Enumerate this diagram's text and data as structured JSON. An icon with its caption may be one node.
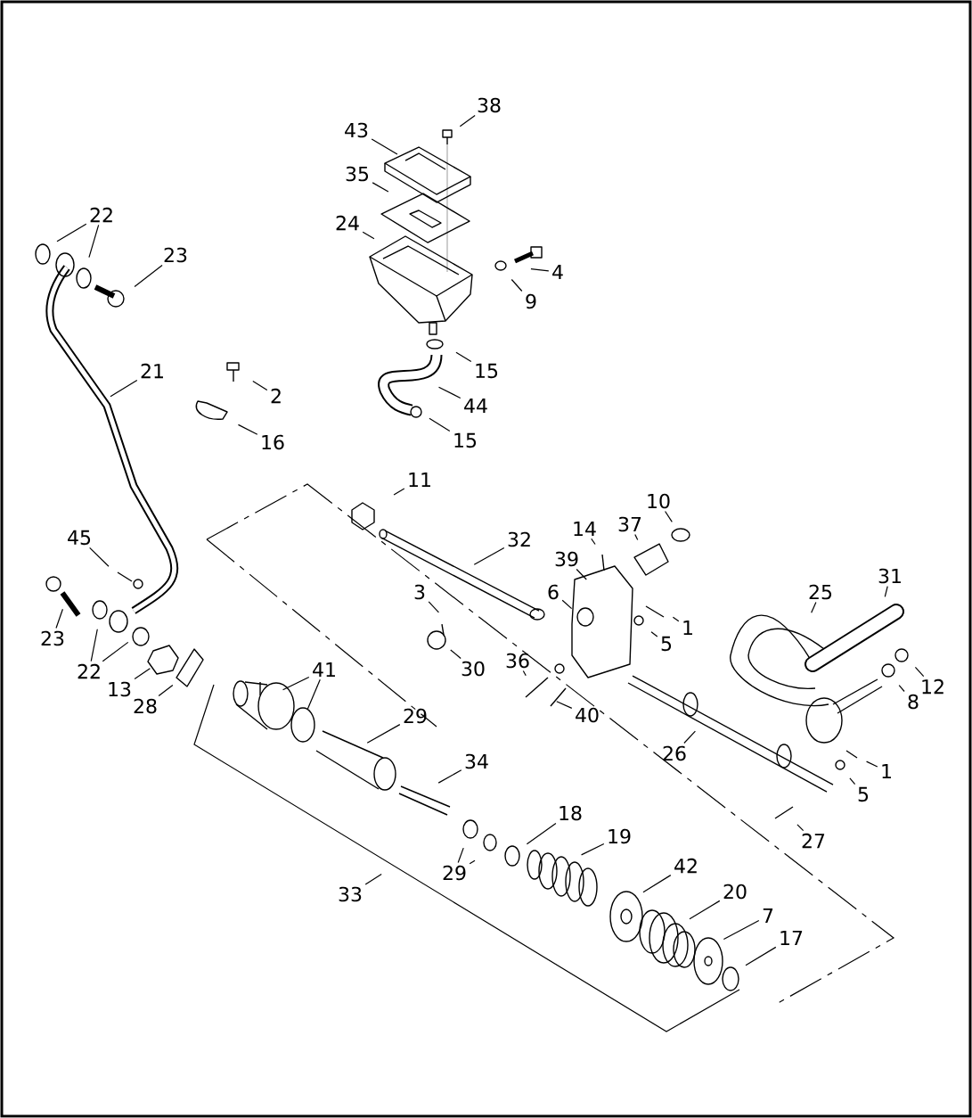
{
  "diagram": {
    "nodes": [
      {
        "text": [
          "38"
        ]
      },
      {
        "text": [
          "43"
        ]
      },
      {
        "text": [
          "35"
        ]
      },
      {
        "text": [
          "22"
        ]
      },
      {
        "text": [
          "24"
        ]
      },
      {
        "text": [
          "23"
        ]
      },
      {
        "text": [
          "4"
        ]
      },
      {
        "text": [
          "9"
        ]
      },
      {
        "text": [
          "21"
        ]
      },
      {
        "text": [
          "15"
        ]
      },
      {
        "text": [
          "2"
        ]
      },
      {
        "text": [
          "44"
        ]
      },
      {
        "text": [
          "15"
        ]
      },
      {
        "text": [
          "16"
        ]
      },
      {
        "text": [
          "11"
        ]
      },
      {
        "text": [
          "10"
        ]
      },
      {
        "text": [
          "37"
        ]
      },
      {
        "text": [
          "14"
        ]
      },
      {
        "text": [
          "45"
        ]
      },
      {
        "text": [
          "32"
        ]
      },
      {
        "text": [
          "39"
        ]
      },
      {
        "text": [
          "31"
        ]
      },
      {
        "text": [
          "6"
        ]
      },
      {
        "text": [
          "3"
        ]
      },
      {
        "text": [
          "25"
        ]
      },
      {
        "text": [
          "1"
        ]
      },
      {
        "text": [
          "23"
        ]
      },
      {
        "text": [
          "5"
        ]
      },
      {
        "text": [
          "36"
        ]
      },
      {
        "text": [
          "30"
        ]
      },
      {
        "text": [
          "41"
        ]
      },
      {
        "text": [
          "22"
        ]
      },
      {
        "text": [
          "12"
        ]
      },
      {
        "text": [
          "13"
        ]
      },
      {
        "text": [
          "8"
        ]
      },
      {
        "text": [
          "28"
        ]
      },
      {
        "text": [
          "40"
        ]
      },
      {
        "text": [
          "29"
        ]
      },
      {
        "text": [
          "26"
        ]
      },
      {
        "text": [
          "34"
        ]
      },
      {
        "text": [
          "1"
        ]
      },
      {
        "text": [
          "5"
        ]
      },
      {
        "text": [
          "18"
        ]
      },
      {
        "text": [
          "19"
        ]
      },
      {
        "text": [
          "27"
        ]
      },
      {
        "text": [
          "42"
        ]
      },
      {
        "text": [
          "29"
        ]
      },
      {
        "text": [
          "20"
        ]
      },
      {
        "text": [
          "33"
        ]
      },
      {
        "text": [
          "7"
        ]
      },
      {
        "text": [
          "17"
        ]
      }
    ],
    "edges": [
      {
        "from": 0,
        "to": null,
        "arrow": "none"
      },
      {
        "from": 1,
        "to": null,
        "arrow": "none"
      },
      {
        "from": 2,
        "to": null,
        "arrow": "none"
      },
      {
        "from": 3,
        "to": null,
        "arrow": "none"
      },
      {
        "from": 3,
        "to": null,
        "arrow": "none"
      },
      {
        "from": 4,
        "to": null,
        "arrow": "none"
      },
      {
        "from": 5,
        "to": null,
        "arrow": "none"
      },
      {
        "from": 6,
        "to": null,
        "arrow": "none"
      },
      {
        "from": 7,
        "to": null,
        "arrow": "none"
      },
      {
        "from": 8,
        "to": null,
        "arrow": "none"
      },
      {
        "from": 9,
        "to": null,
        "arrow": "none"
      },
      {
        "from": 10,
        "to": null,
        "arrow": "none"
      },
      {
        "from": 11,
        "to": null,
        "arrow": "none"
      },
      {
        "from": 12,
        "to": null,
        "arrow": "none"
      },
      {
        "from": 13,
        "to": null,
        "arrow": "none"
      },
      {
        "from": 14,
        "to": null,
        "arrow": "none"
      },
      {
        "from": 15,
        "to": null,
        "arrow": "none"
      },
      {
        "from": 16,
        "to": null,
        "arrow": "none"
      },
      {
        "from": 17,
        "to": null,
        "arrow": "none"
      },
      {
        "from": 18,
        "to": null,
        "arrow": "none"
      },
      {
        "from": 19,
        "to": null,
        "arrow": "none"
      },
      {
        "from": 20,
        "to": null,
        "arrow": "none"
      },
      {
        "from": 21,
        "to": null,
        "arrow": "none"
      },
      {
        "from": 22,
        "to": null,
        "arrow": "none"
      },
      {
        "from": 23,
        "to": null,
        "arrow": "none"
      },
      {
        "from": 24,
        "to": null,
        "arrow": "none"
      },
      {
        "from": 25,
        "to": null,
        "arrow": "none"
      },
      {
        "from": 26,
        "to": null,
        "arrow": "none"
      },
      {
        "from": 27,
        "to": null,
        "arrow": "none"
      },
      {
        "from": 28,
        "to": null,
        "arrow": "none"
      },
      {
        "from": 29,
        "to": null,
        "arrow": "none"
      },
      {
        "from": 30,
        "to": null,
        "arrow": "none"
      },
      {
        "from": 30,
        "to": null,
        "arrow": "none"
      },
      {
        "from": 31,
        "to": null,
        "arrow": "none"
      },
      {
        "from": 31,
        "to": null,
        "arrow": "none"
      },
      {
        "from": 32,
        "to": null,
        "arrow": "none"
      },
      {
        "from": 33,
        "to": null,
        "arrow": "none"
      },
      {
        "from": 34,
        "to": null,
        "arrow": "none"
      },
      {
        "from": 35,
        "to": null,
        "arrow": "none"
      },
      {
        "from": 36,
        "to": null,
        "arrow": "none"
      },
      {
        "from": 37,
        "to": null,
        "arrow": "none"
      },
      {
        "from": 38,
        "to": null,
        "arrow": "none"
      },
      {
        "from": 39,
        "to": null,
        "arrow": "none"
      },
      {
        "from": 40,
        "to": null,
        "arrow": "none"
      },
      {
        "from": 41,
        "to": null,
        "arrow": "none"
      },
      {
        "from": 42,
        "to": null,
        "arrow": "none"
      },
      {
        "from": 43,
        "to": null,
        "arrow": "none"
      },
      {
        "from": 44,
        "to": null,
        "arrow": "none"
      },
      {
        "from": 45,
        "to": null,
        "arrow": "none"
      },
      {
        "from": 46,
        "to": null,
        "arrow": "none"
      },
      {
        "from": 46,
        "to": null,
        "arrow": "none"
      },
      {
        "from": 47,
        "to": null,
        "arrow": "none"
      },
      {
        "from": 48,
        "to": null,
        "arrow": "none"
      },
      {
        "from": 49,
        "to": null,
        "arrow": "none"
      },
      {
        "from": 50,
        "to": null,
        "arrow": "none"
      }
    ]
  }
}
